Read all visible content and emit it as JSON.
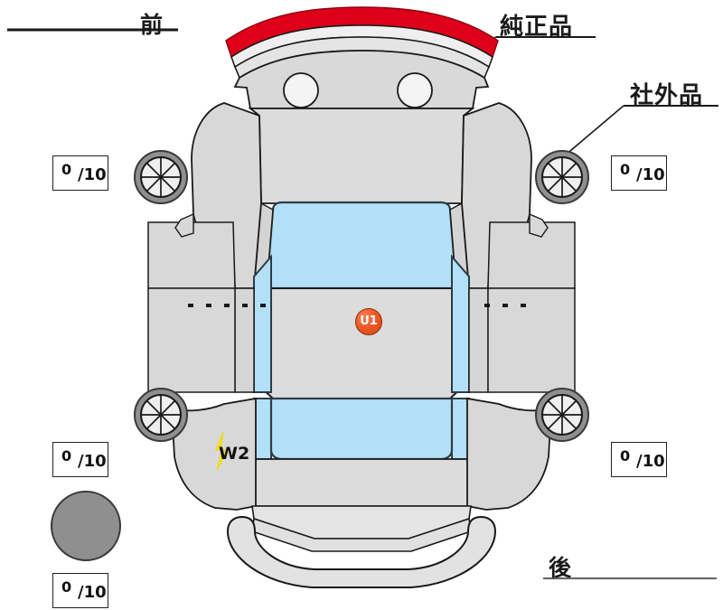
{
  "diagram": {
    "title": "vehicle-condition-map",
    "orientation_labels": {
      "front": "前",
      "rear": "後"
    },
    "callouts": [
      {
        "id": "genuine",
        "text": "純正品",
        "points_to": "front-bumper"
      },
      {
        "id": "aftermarket",
        "text": "社外品",
        "points_to": "front-right-wheel"
      }
    ],
    "markers": [
      {
        "id": "u1",
        "label": "U1",
        "location": "roof-center",
        "color": "#e8551f"
      },
      {
        "id": "w2",
        "label": "W2",
        "location": "left-rear-fender",
        "color": "#111111"
      }
    ],
    "score_boxes": [
      {
        "id": "front-left",
        "numerator": "0",
        "denominator": "/10"
      },
      {
        "id": "front-right",
        "numerator": "0",
        "denominator": "/10"
      },
      {
        "id": "rear-left",
        "numerator": "0",
        "denominator": "/10"
      },
      {
        "id": "rear-right",
        "numerator": "0",
        "denominator": "/10"
      },
      {
        "id": "spare",
        "numerator": "0",
        "denominator": "/10"
      }
    ],
    "colors": {
      "highlight_red": "#dd0018",
      "glass_blue": "#b3dff7",
      "body_gray": "#dcdcdc",
      "tire_gray": "#8f8f8f",
      "outline": "#1a1a1a",
      "marker_yellow": "#f5e413"
    },
    "parts": {
      "front_bumper": "highlighted-red",
      "wheels": 4,
      "spare_tire": "gray-circle"
    }
  }
}
